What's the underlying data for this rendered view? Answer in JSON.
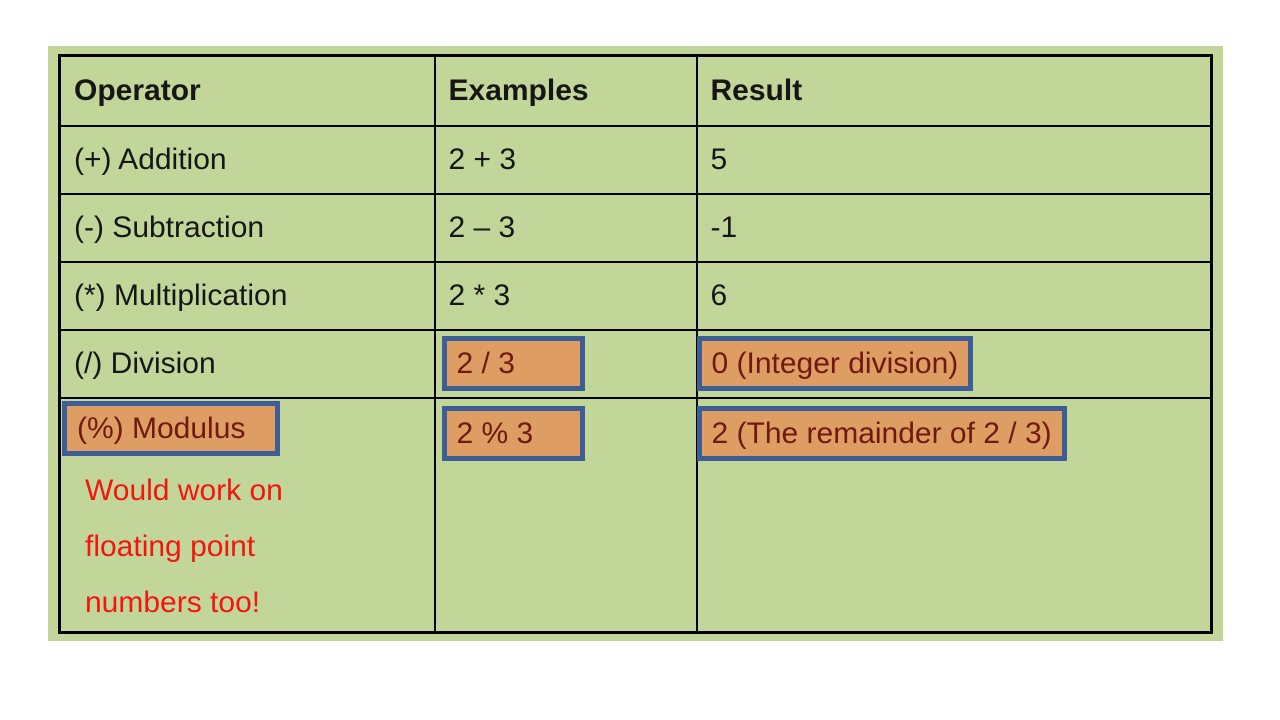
{
  "colors": {
    "page_white": "#ffffff",
    "panel_green": "#c2d69a",
    "grid_black": "#000000",
    "text_black": "#161616",
    "highlight_fill": "#dd9d63",
    "highlight_border": "#3d5e95",
    "highlight_text": "#6f1a0d",
    "note_red": "#f5140e"
  },
  "table": {
    "headers": [
      "Operator",
      "Examples",
      "Result"
    ],
    "rows": [
      {
        "operator": "(+) Addition",
        "example": "2 + 3",
        "result": "5"
      },
      {
        "operator": "(-) Subtraction",
        "example": "2 – 3",
        "result": "-1"
      },
      {
        "operator": "(*) Multiplication",
        "example": "2 * 3",
        "result": "6"
      },
      {
        "operator": "(/) Division",
        "example": "2 / 3",
        "result": "0 (Integer division)"
      },
      {
        "operator": "(%) Modulus",
        "example": "2 % 3",
        "result": "2 (The remainder of 2 / 3)"
      }
    ],
    "note_lines": [
      "Would work on",
      "floating point",
      "numbers too!"
    ]
  }
}
